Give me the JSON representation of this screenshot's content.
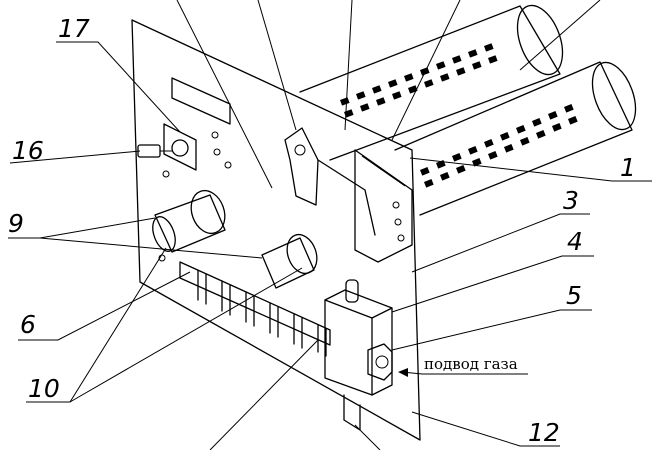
{
  "labels": {
    "l17": "17",
    "l16": "16",
    "l9": "9",
    "l6": "6",
    "l10": "10",
    "l1": "1",
    "l3": "3",
    "l4": "4",
    "l5": "5",
    "l12": "12",
    "gas_inlet": "подвод газа"
  }
}
